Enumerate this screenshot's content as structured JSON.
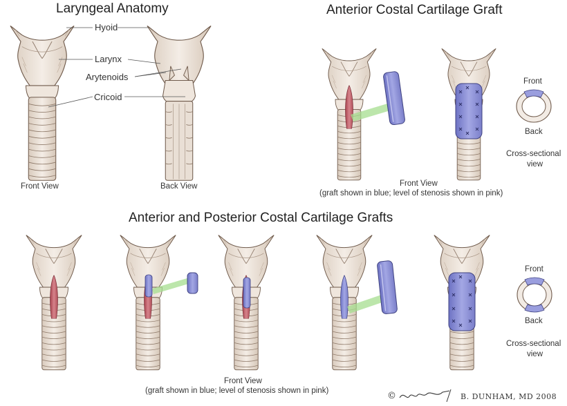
{
  "titles": {
    "laryngeal_anatomy": "Laryngeal Anatomy",
    "anterior_graft": "Anterior Costal Cartilage Graft",
    "anterior_posterior_grafts": "Anterior and Posterior Costal Cartilage Grafts"
  },
  "callouts": {
    "hyoid": "Hyoid",
    "larynx": "Larynx",
    "arytenoids": "Arytenoids",
    "cricoid": "Cricoid"
  },
  "view_labels": {
    "front_view": "Front View",
    "back_view": "Back View"
  },
  "captions": {
    "top_front_view": "Front View",
    "top_note": "(graft shown in blue; level of stenosis shown in pink)",
    "bottom_front_view": "Front View",
    "bottom_note": "(graft shown in blue; level of stenosis shown in pink)"
  },
  "cross_section_top": {
    "front": "Front",
    "back": "Back",
    "label_1": "Cross-sectional",
    "label_2": "view"
  },
  "cross_section_bottom": {
    "front": "Front",
    "back": "Back",
    "label_1": "Cross-sectional",
    "label_2": "view"
  },
  "signature": "© ",
  "credit": "B. DUNHAM, MD 2008",
  "colors": {
    "cartilage": "#efe6dd",
    "outline": "#6f5a4b",
    "shade": "#c9b8a8",
    "stenosis": "#c4626b",
    "graft": "#8b8fd2",
    "graft_edge": "#4d4f8e",
    "green": "#9fd68a"
  }
}
